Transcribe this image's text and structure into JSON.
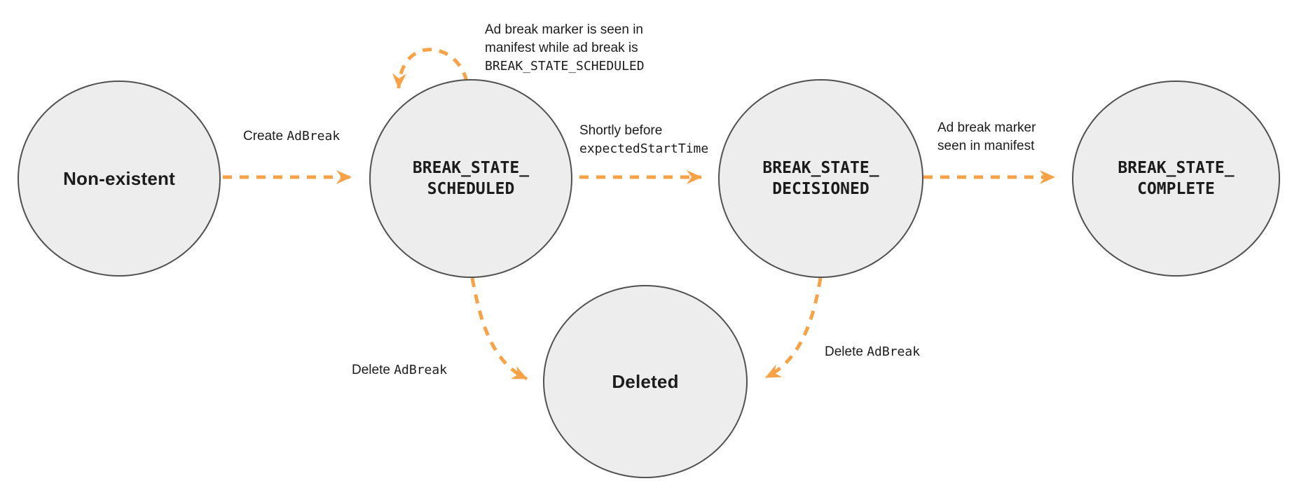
{
  "diagram": {
    "colors": {
      "arrow": "#F7A246",
      "node_fill": "#EDEDED",
      "node_border": "#515151",
      "text": "#1C1C1C"
    },
    "nodes": {
      "non_existent": {
        "label": "Non-existent"
      },
      "scheduled": {
        "line1": "BREAK_STATE_",
        "line2": "SCHEDULED"
      },
      "decisioned": {
        "line1": "BREAK_STATE_",
        "line2": "DECISIONED"
      },
      "complete": {
        "line1": "BREAK_STATE_",
        "line2": "COMPLETE"
      },
      "deleted": {
        "label": "Deleted"
      }
    },
    "edges": {
      "create_adbreak": {
        "text": "Create ",
        "code": "AdBreak"
      },
      "scheduled_self_loop": {
        "line1": "Ad break marker is seen in",
        "line2": "manifest while ad break is",
        "line3_code": "BREAK_STATE_SCHEDULED"
      },
      "scheduled_to_decisioned": {
        "line1": "Shortly before",
        "line2_code": "expectedStartTime"
      },
      "decisioned_to_complete": {
        "line1": "Ad break marker",
        "line2": "seen in manifest"
      },
      "scheduled_to_deleted": {
        "text": "Delete ",
        "code": "AdBreak"
      },
      "decisioned_to_deleted": {
        "text": "Delete ",
        "code": "AdBreak"
      }
    }
  }
}
